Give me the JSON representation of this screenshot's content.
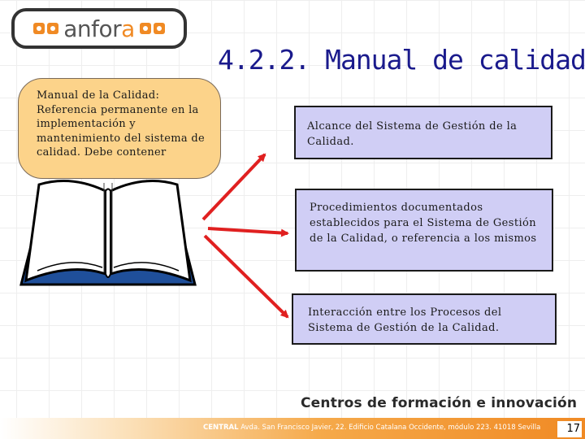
{
  "logo": {
    "text_main": "anfor",
    "text_accent": "a"
  },
  "title": "4.2.2. Manual de calidad",
  "callout": "Manual de la Calidad: Referencia permanente en la implementación y mantenimiento del sistema de calidad. Debe contener",
  "boxes": [
    "Alcance del Sistema de Gestión de la Calidad.",
    "Procedimientos documentados establecidos para el Sistema de Gestión de la Calidad, o referencia a los mismos",
    "Interacción entre los Procesos del Sistema de Gestión de la Calidad."
  ],
  "footer": {
    "title": "Centros de formación e innovación",
    "brand": "CENTRAL",
    "address": "Avda. San Francisco Javier, 22. Edificio Catalana Occidente, módulo 223. 41018 Sevilla",
    "page_number": "17"
  },
  "colors": {
    "accent": "#f08a24",
    "title": "#1a1a8c",
    "box_fill": "#d0cef5",
    "callout_fill": "#fcd38a",
    "arrow": "#e02020"
  },
  "icons": [
    "book-icon",
    "logo-square-icon"
  ]
}
